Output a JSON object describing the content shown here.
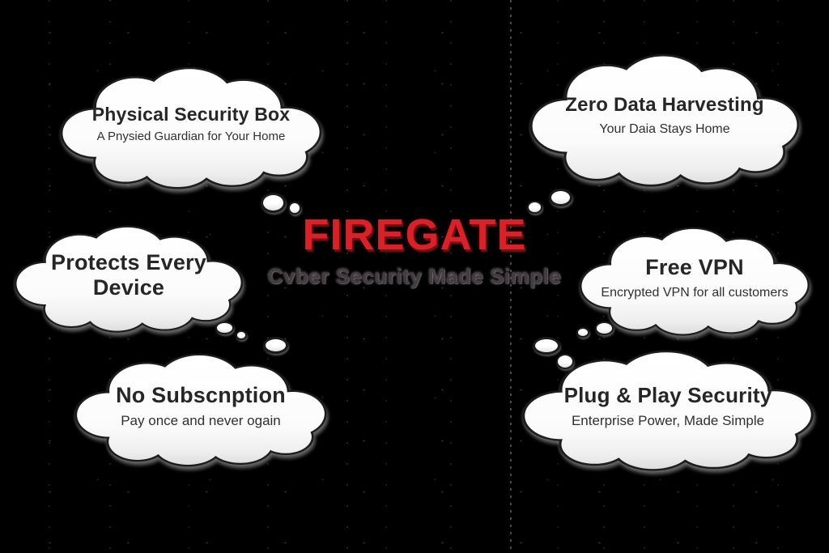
{
  "background_color": "#000000",
  "center": {
    "brand": "FIREGATE",
    "tagline": "Cvber Security Made Simple",
    "brand_color": "#d7222a",
    "tagline_color": "#413e42"
  },
  "clouds": [
    {
      "id": "physical-security-box",
      "heading": "Physical Security Box",
      "subtext": "A Pnysied Guardian for Your Home"
    },
    {
      "id": "zero-data-harvesting",
      "heading": "Zero Data Harvesting",
      "subtext": "Your Daia Stays Home"
    },
    {
      "id": "protects-every-device",
      "heading": "Protects Every Device",
      "subtext": ""
    },
    {
      "id": "free-vpn",
      "heading": "Free VPN",
      "subtext": "Encrypted VPN for all customers"
    },
    {
      "id": "no-subscription",
      "heading": "No Subscnption",
      "subtext": "Pay once and never ogain"
    },
    {
      "id": "plug-and-play-security",
      "heading": "Plug & Play Security",
      "subtext": "Enterprise Power, Made Simple"
    }
  ],
  "cloud_style": {
    "fill": "#ffffff",
    "outline": "#1c1c1c",
    "shadow": "#9e9e9e"
  }
}
